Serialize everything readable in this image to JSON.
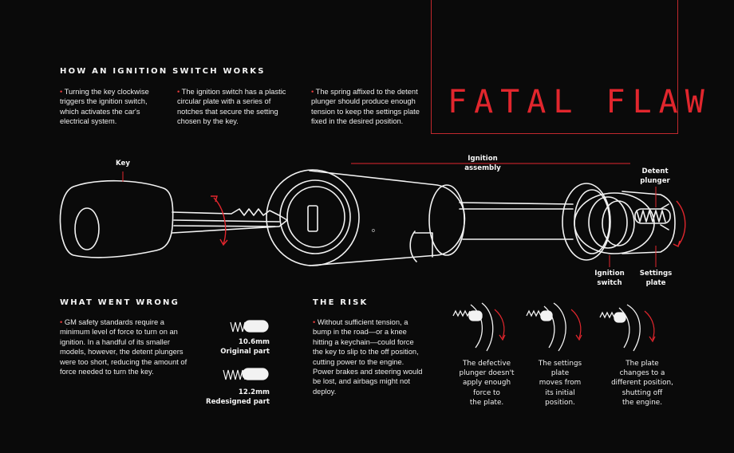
{
  "title": "FATAL FLAW",
  "how": {
    "heading": "HOW AN IGNITION SWITCH WORKS",
    "points": [
      "Turning the key clockwise triggers the ignition switch, which activates the car's electrical system.",
      "The ignition switch has a plastic circular plate with a series of notches that secure the setting chosen by the key.",
      "The spring affixed to the detent plunger should produce enough tension to keep the settings plate fixed in the desired position."
    ]
  },
  "diagram": {
    "key_label": "Key",
    "assembly_label_1": "Ignition",
    "assembly_label_2": "assembly",
    "detent_label_1": "Detent",
    "detent_label_2": "plunger",
    "switch_label_1": "Ignition",
    "switch_label_2": "switch",
    "plate_label_1": "Settings",
    "plate_label_2": "plate",
    "small_mark": "o"
  },
  "wrong": {
    "heading": "WHAT WENT WRONG",
    "text": "GM safety standards require a minimum level of force to turn on an ignition. In a handful of its smaller models, however, the detent plungers were too short, reducing the amount of force needed to turn the key.",
    "original_size": "10.6mm",
    "original_label": "Original part",
    "redesigned_size": "12.2mm",
    "redesigned_label": "Redesigned part"
  },
  "risk": {
    "heading": "THE RISK",
    "text": "Without sufficient tension, a bump in the road—or a knee hitting a keychain—could force the key to slip to the off position, cutting power to the engine. Power brakes and steering would be lost, and airbags might not deploy.",
    "steps": [
      [
        "The defective",
        "plunger doesn't",
        "apply enough",
        "force to",
        "the plate."
      ],
      [
        "The settings",
        "plate",
        "moves from",
        "its initial",
        "position."
      ],
      [
        "The plate",
        "changes to a",
        "different position,",
        "shutting off",
        "the engine."
      ]
    ]
  },
  "colors": {
    "accent": "#e1262d",
    "background": "#0a0a0a",
    "line": "#f2f2f2"
  }
}
